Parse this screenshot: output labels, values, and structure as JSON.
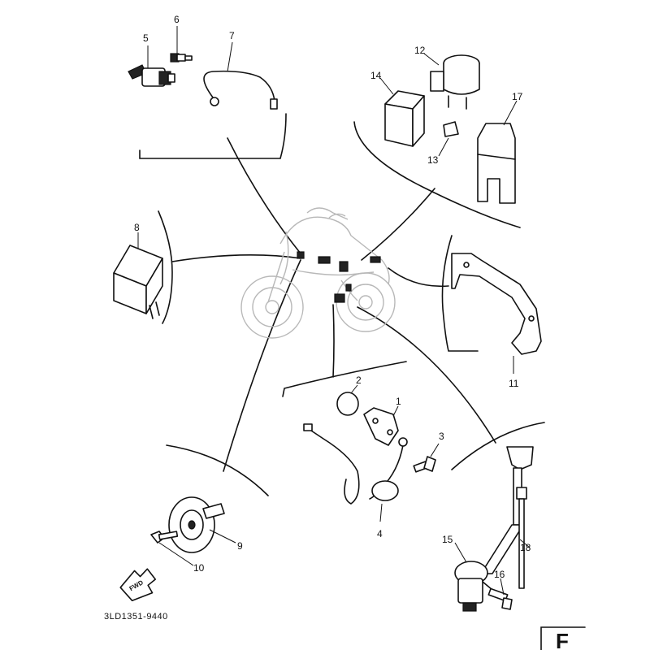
{
  "diagram": {
    "part_numbers": [
      "1",
      "2",
      "3",
      "4",
      "5",
      "6",
      "7",
      "8",
      "9",
      "10",
      "11",
      "12",
      "13",
      "14",
      "15",
      "16",
      "17",
      "18"
    ],
    "drawing_code": "3LD1351-9440",
    "forward_marker": "FWD",
    "corner_letter": "F"
  }
}
